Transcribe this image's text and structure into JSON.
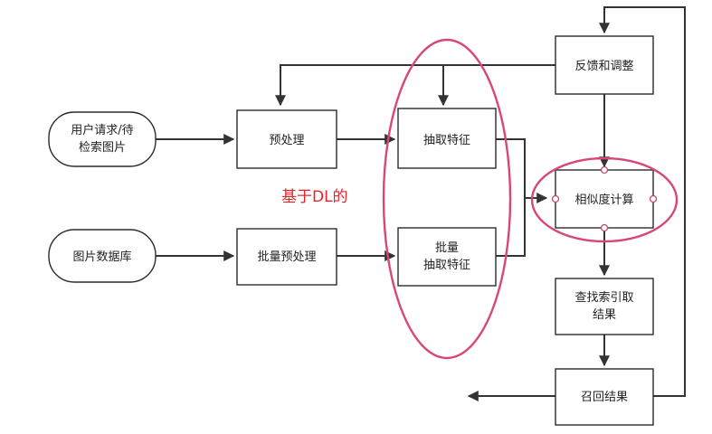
{
  "nodes": {
    "user_request": [
      "用户请求/待",
      "检索图片"
    ],
    "image_db": [
      "图片数据库"
    ],
    "preprocess": [
      "预处理"
    ],
    "batch_preprocess": [
      "批量预处理"
    ],
    "extract_features": [
      "抽取特征"
    ],
    "batch_extract_features": [
      "批量",
      "抽取特征"
    ],
    "feedback_adjust": [
      "反馈和调整"
    ],
    "similarity": [
      "相似度计算"
    ],
    "search_index": [
      "查找索引取",
      "结果"
    ],
    "recall_results": [
      "召回结果"
    ]
  },
  "annotation": "基于DL的",
  "colors": {
    "highlight": "#d9467c",
    "annotation_text": "#e8242a",
    "edge": "#333333"
  }
}
